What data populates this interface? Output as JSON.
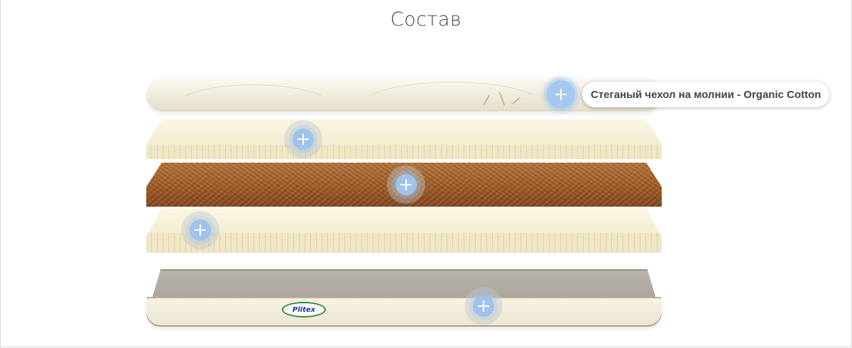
{
  "section": {
    "title": "Состав"
  },
  "layers": [
    {
      "name": "quilted-cover",
      "hotspot_icon": "plus-icon"
    },
    {
      "name": "latex-top",
      "hotspot_icon": "plus-icon"
    },
    {
      "name": "coconut-coir",
      "hotspot_icon": "plus-icon"
    },
    {
      "name": "latex-bottom",
      "hotspot_icon": "plus-icon"
    },
    {
      "name": "base-cover",
      "hotspot_icon": "plus-icon"
    }
  ],
  "tooltip": {
    "text": "Стеганый чехол на молнии - Organic Cotton"
  },
  "brand": {
    "logo_text": "Plitex"
  },
  "colors": {
    "hotspot": "#9fc3ea",
    "tooltip_bg": "#ffffff",
    "coir": "#9a5a2a",
    "latex": "#f3ecd0"
  }
}
